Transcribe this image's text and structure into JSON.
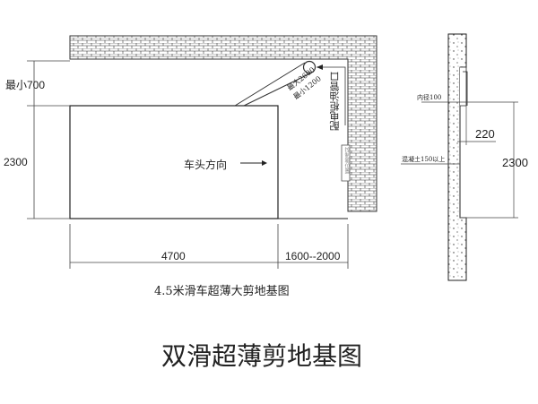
{
  "plan": {
    "min_clearance": "最小700",
    "depth": "2300",
    "direction": "车头方向",
    "pipe_range_max": "最大2600",
    "pipe_range_min": "最小1200",
    "pipe_outlet": "配电柜油管口",
    "control_box": "控制箱位置",
    "length": "4700",
    "side_gap": "1600--2000",
    "caption": "4.5米滑车超薄大剪地基图"
  },
  "section": {
    "pipe_diameter": "内径100",
    "pit_depth": "220",
    "concrete": "混凝土150以上",
    "length": "2300"
  },
  "title": "双滑超薄剪地基图"
}
